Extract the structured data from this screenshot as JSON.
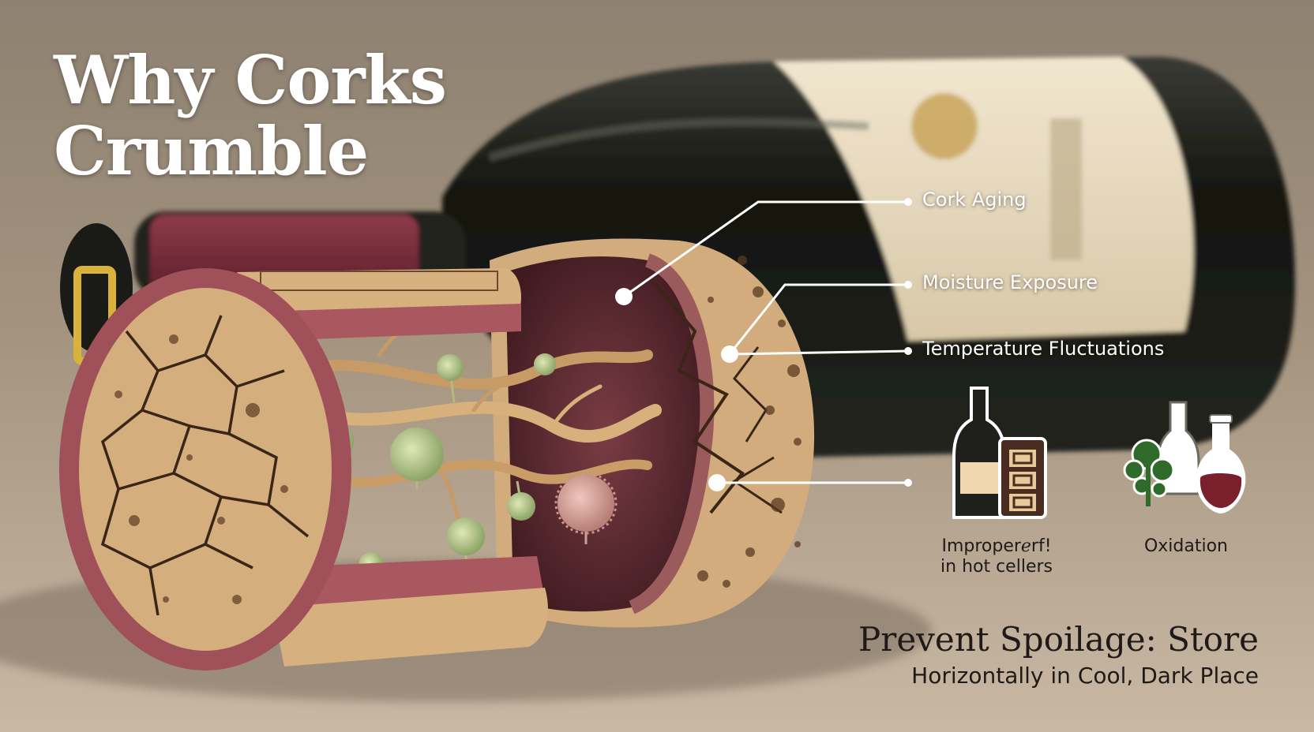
{
  "title": {
    "line1": "Why Corks",
    "line2": "Crumble"
  },
  "callouts": {
    "cork_aging": "Cork Aging",
    "moisture_exposure": "Moisture Exposure",
    "temperature_fluctuations": "Temperature Fluctuations"
  },
  "icons": {
    "bottle_storage": {
      "icon": "wine-bottle-and-crate-icon",
      "caption_line1": "Improperℯrf!",
      "caption_line2": "in hot cellers"
    },
    "oxidation": {
      "icon": "oxidation-flask-icon",
      "caption": "Oxidation"
    }
  },
  "tip": {
    "line1": "Prevent Spoilage: Store",
    "line2": "Horizontally in Cool, Dark Place"
  },
  "colors": {
    "background": "#b9aa98",
    "cork": "#d4ae80",
    "wine": "#7a2f3a",
    "bottle": "#1c1d1a",
    "text_dark": "#1f1a17",
    "text_light": "#ffffff"
  }
}
